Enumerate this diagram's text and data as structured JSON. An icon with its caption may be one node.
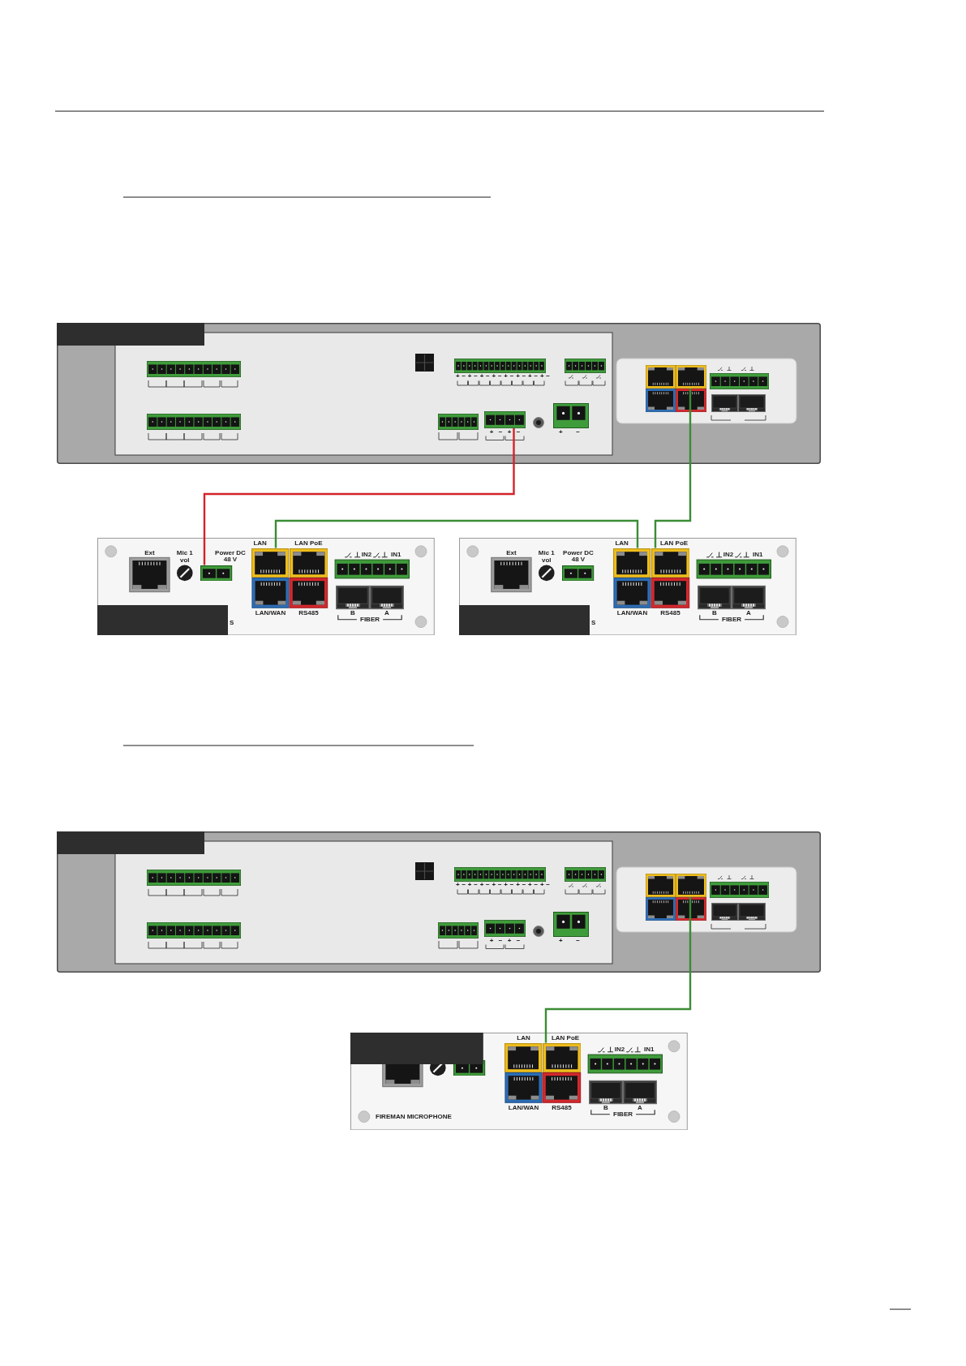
{
  "diagram": {
    "nodes": [
      {
        "text": [],
        "shape": "box"
      },
      {
        "text": [],
        "shape": "bar",
        "in": 0
      },
      {
        "text": [],
        "shape": "picture",
        "in": 0
      },
      {
        "text": [],
        "shape": "picture",
        "in": 0
      },
      {
        "text": [],
        "shape": "picture",
        "in": 0
      },
      {
        "text": [],
        "shape": "picture",
        "in": 0
      },
      {
        "text": [],
        "shape": "picture",
        "in": 0,
        "beside": [
          "+",
          "−",
          "+",
          "−"
        ]
      },
      {
        "text": [],
        "shape": "box"
      },
      {
        "text": [],
        "shape": "picture",
        "in": 7,
        "beside": [
          "Power DC 48 V"
        ]
      },
      {
        "text": [],
        "shape": "picture",
        "in": 7,
        "beside": [
          "LAN"
        ]
      },
      {
        "text": [],
        "shape": "picture",
        "in": 7,
        "beside": [
          "LAN PoE"
        ]
      },
      {
        "text": [],
        "shape": "bar",
        "in": 7
      },
      {
        "text": [],
        "shape": "box"
      },
      {
        "text": [],
        "shape": "picture",
        "in": 12,
        "beside": [
          "Power DC 48 V"
        ]
      },
      {
        "text": [],
        "shape": "picture",
        "in": 12,
        "beside": [
          "LAN"
        ]
      },
      {
        "text": [],
        "shape": "picture",
        "in": 12,
        "beside": [
          "LAN PoE"
        ]
      },
      {
        "text": [],
        "shape": "bar",
        "in": 12
      },
      {
        "text": [],
        "shape": "box"
      },
      {
        "text": [],
        "shape": "bar",
        "in": 17
      },
      {
        "text": [],
        "shape": "picture",
        "in": 17
      },
      {
        "text": [],
        "shape": "picture",
        "in": 17
      },
      {
        "text": [],
        "shape": "picture",
        "in": 17
      },
      {
        "text": [],
        "shape": "picture",
        "in": 17
      },
      {
        "text": [],
        "shape": "picture",
        "in": 17,
        "beside": [
          "+",
          "−",
          "+",
          "−"
        ]
      },
      {
        "text": [],
        "shape": "box"
      },
      {
        "text": [],
        "shape": "bar",
        "in": 24
      },
      {
        "text": [],
        "shape": "picture",
        "in": 24
      },
      {
        "text": [],
        "shape": "picture",
        "in": 24,
        "beside": [
          "LAN"
        ]
      },
      {
        "text": [],
        "shape": "picture",
        "in": 24,
        "beside": [
          "LAN PoE"
        ]
      }
    ],
    "edges": [
      {
        "from": 6,
        "to": 8,
        "arrow": "none",
        "color": "#d2232a"
      },
      {
        "from": 4,
        "to": 15,
        "arrow": "none"
      },
      {
        "from": 9,
        "to": 14,
        "arrow": "none"
      },
      {
        "from": 21,
        "to": 28,
        "arrow": "none"
      }
    ],
    "labels": [
      "+ − + − + − + − + − + − + − + −",
      "+ −",
      "Ext",
      "Mic 1 vol",
      "IN2",
      "IN1",
      "LAN/WAN",
      "RS485",
      "B",
      "A",
      "FIBER",
      "S",
      "Ext",
      "Mic 1 vol",
      "IN2",
      "IN1",
      "LAN/WAN",
      "RS485",
      "B",
      "A",
      "FIBER",
      "S",
      "+ − + − + − + − + − + − + − + −",
      "+ −",
      "IN2",
      "IN1",
      "LAN/WAN",
      "RS485",
      "B",
      "A",
      "FIBER",
      "FIREMAN MICROPHONE"
    ]
  }
}
